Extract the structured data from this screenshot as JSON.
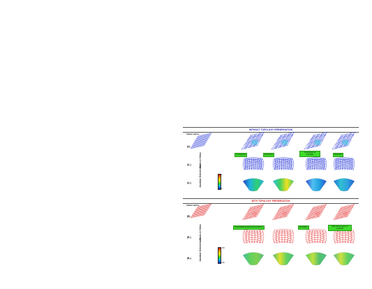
{
  "top_section": {
    "title": "WITHOUT TOPOLOGY PRESERVATION",
    "title_color": "#1a1ab0",
    "initial_label": "Initial Lattice",
    "row_labels": [
      "(A)",
      "(A₁)",
      "(A₂)"
    ],
    "zoom_label": "Zoom-in Views",
    "jac_label": "Jacobian Determinant",
    "colorbar_top": "5",
    "colorbar_bottom": "-3",
    "annotations": [
      "Overlapping",
      "Expansion",
      "Contraction of Indented",
      "Distortion"
    ],
    "color": "#1f2fd6"
  },
  "bottom_section": {
    "title": "WITH TOPOLOGY PRESERVATION",
    "title_color": "#d01a1a",
    "initial_label": "Initial Lattice",
    "row_labels": [
      "(B)",
      "(B₁)",
      "(B₂)"
    ],
    "zoom_label": "Zoom-in Views",
    "jac_label": "Jacobian Determinant",
    "colorbar_top": "1.56",
    "colorbar_bottom": "0.46",
    "annotations": [
      "Controllable Expansion/Contraction",
      "No folding",
      "Minimizing region of interests"
    ],
    "color": "#e02020"
  }
}
